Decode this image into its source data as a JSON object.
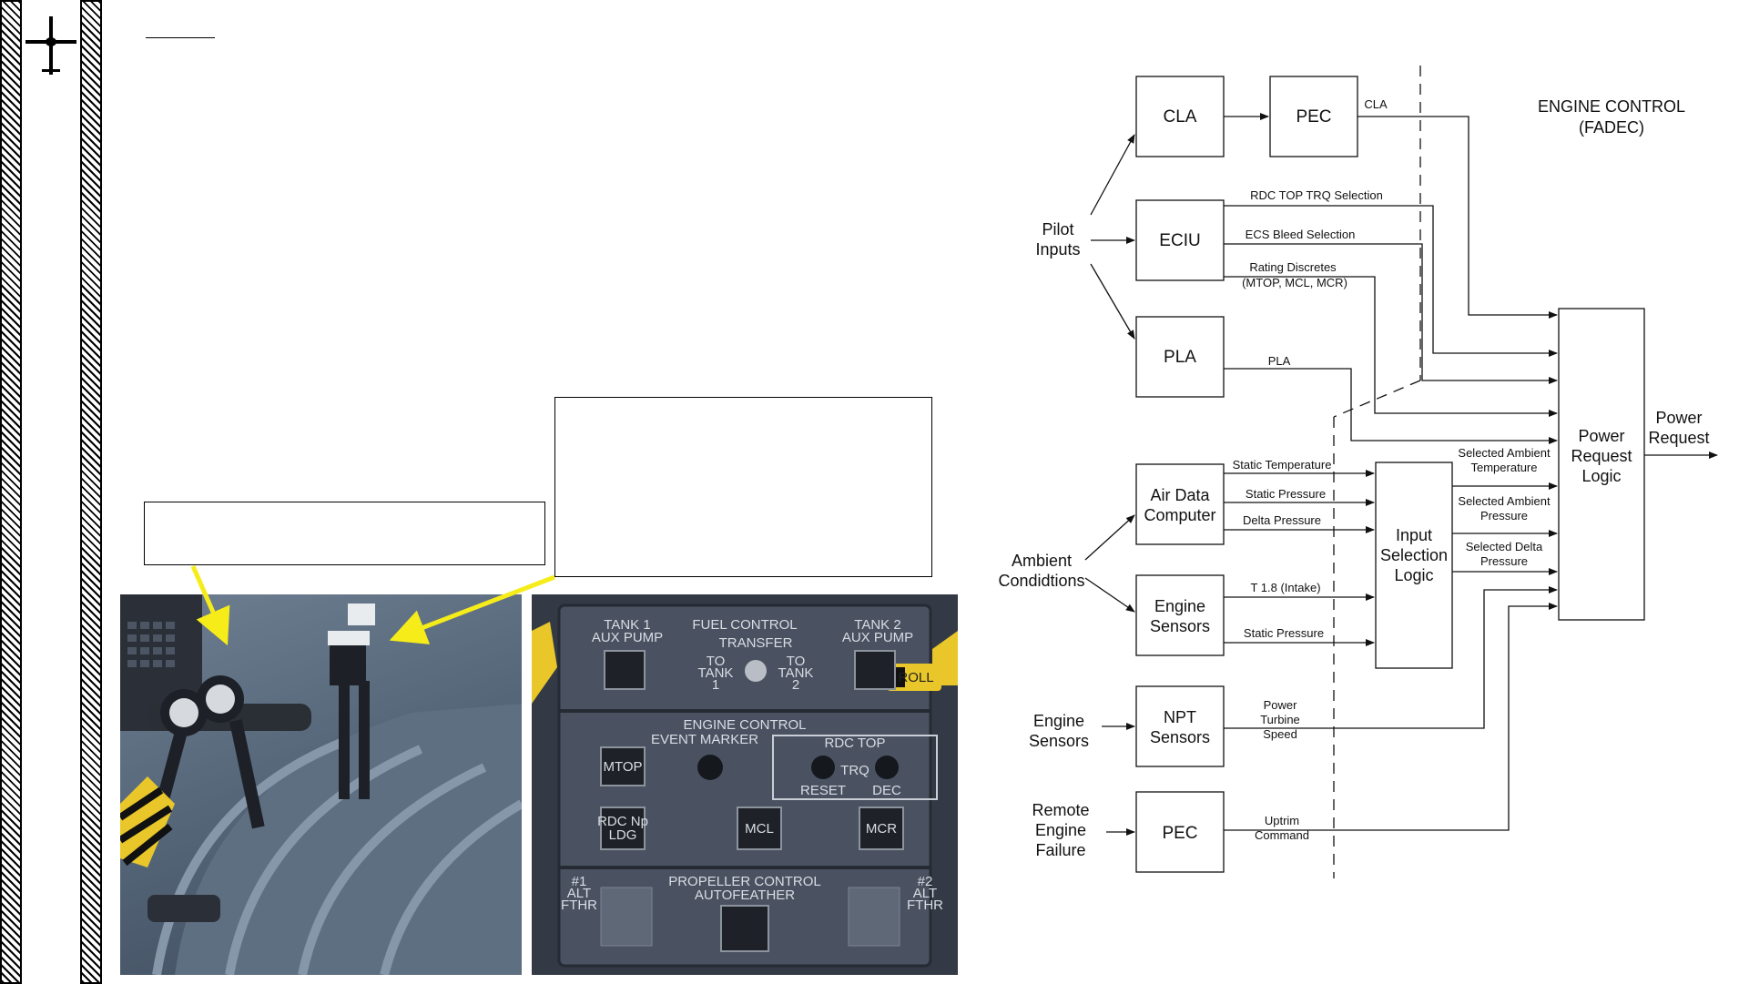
{
  "diagram": {
    "title": [
      "ENGINE CONTROL",
      "(FADEC)"
    ],
    "inputs": {
      "pilot": [
        "Pilot",
        "Inputs"
      ],
      "ambient": [
        "Ambient",
        "Condidtions"
      ],
      "engine_sensors": [
        "Engine",
        "Sensors"
      ],
      "remote_failure": [
        "Remote",
        "Engine",
        "Failure"
      ]
    },
    "boxes": {
      "cla": "CLA",
      "pec_top": "PEC",
      "eciu": "ECIU",
      "pla": "PLA",
      "air_data": [
        "Air Data",
        "Computer"
      ],
      "engine_sensors_box": [
        "Engine",
        "Sensors"
      ],
      "npt": [
        "NPT",
        "Sensors"
      ],
      "pec_bottom": "PEC",
      "input_selection": [
        "Input",
        "Selection",
        "Logic"
      ],
      "power_request_logic": [
        "Power",
        "Request",
        "Logic"
      ]
    },
    "signals": {
      "cla": "CLA",
      "rdc_top_trq": "RDC  TOP  TRQ Selection",
      "ecs_bleed": "ECS Bleed Selection",
      "rating": [
        "Rating Discretes",
        "(MTOP, MCL, MCR)"
      ],
      "pla": "PLA",
      "static_temp": "Static  Temperature",
      "static_pressure": "Static Pressure",
      "delta_pressure": "Delta Pressure",
      "t18": "T 1.8 (Intake)",
      "static_pressure_2": "Static  Pressure",
      "power_turbine_speed": [
        "Power",
        "Turbine",
        "Speed"
      ],
      "uptrim": [
        "Uptrim",
        "Command"
      ],
      "sel_amb_temp": [
        "Selected Ambient",
        "Temperature"
      ],
      "sel_amb_pressure": [
        "Selected Ambient",
        "Pressure"
      ],
      "sel_delta_pressure": [
        "Selected Delta",
        "Pressure"
      ]
    },
    "output": [
      "Power",
      "Request"
    ]
  },
  "panel": {
    "fuel_control": "FUEL CONTROL",
    "tank1": [
      "TANK 1",
      "AUX PUMP"
    ],
    "tank2": [
      "TANK 2",
      "AUX PUMP"
    ],
    "transfer": "TRANSFER",
    "to_tank_1": [
      "TO",
      "TANK",
      "1"
    ],
    "to_tank_2": [
      "TO",
      "TANK",
      "2"
    ],
    "roll": "ROLL",
    "engine_control": "ENGINE CONTROL",
    "event_marker": "EVENT  MARKER",
    "rdc_top": "RDC  TOP",
    "trq": "TRQ",
    "reset": "RESET",
    "dec": "DEC",
    "mtop": "MTOP",
    "rdc_np_ldg": [
      "RDC Np",
      "LDG"
    ],
    "mcl": "MCL",
    "mcr": "MCR",
    "propeller_control": "PROPELLER CONTROL",
    "autofeather": "AUTOFEATHER",
    "alt_fthr_1": [
      "#1",
      "ALT",
      "FTHR"
    ],
    "alt_fthr_2": [
      "#2",
      "ALT",
      "FTHR"
    ]
  },
  "colors": {
    "callout_arrow": "#f5ec1a",
    "line": "#111111"
  }
}
